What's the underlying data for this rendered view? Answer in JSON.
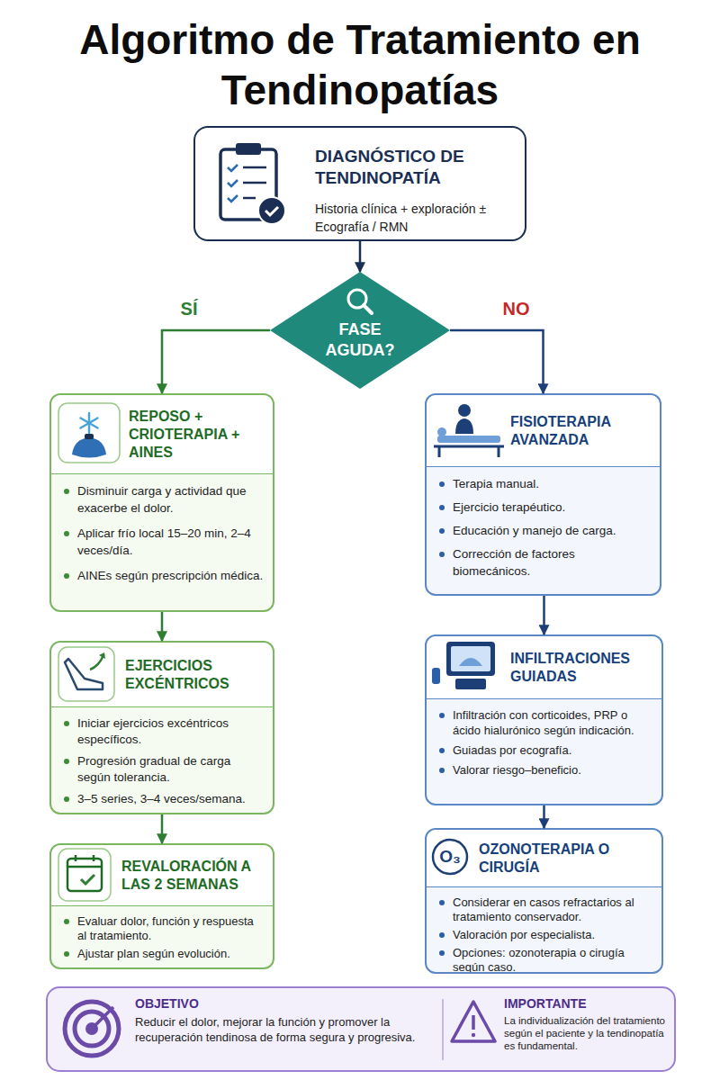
{
  "diagram": {
    "title": "Algoritmo de Tratamiento en Tendinopatías",
    "nodes": [
      {
        "text": [
          "DIAGNÓSTICO DE TENDINOPATÍA",
          "Historia clínica + exploración ± Ecografía / RMN"
        ]
      },
      {
        "text": [
          "FASE AGUDA?"
        ]
      },
      {
        "text": [
          "REPOSO + CRIOTERAPIA + AINES",
          "Disminuir carga y actividad que exacerbe el dolor.",
          "Aplicar frío local 15–20 min, 2–4 veces/día.",
          "AINEs según prescripción médica."
        ]
      },
      {
        "text": [
          "EJERCICIOS EXCÉNTRICOS",
          "Iniciar ejercicios excéntricos específicos.",
          "Progresión gradual de carga según tolerancia.",
          "3–5 series, 3–4 veces/semana."
        ]
      },
      {
        "text": [
          "REVALORACIÓN A LAS 2 SEMANAS",
          "Evaluar dolor, función y respuesta al tratamiento.",
          "Ajustar plan según evolución."
        ]
      },
      {
        "text": [
          "FISIOTERAPIA AVANZADA",
          "Terapia manual.",
          "Ejercicio terapéutico.",
          "Educación y manejo de carga.",
          "Corrección de factores biomecánicos."
        ]
      },
      {
        "text": [
          "INFILTRACIONES GUIADAS",
          "Infiltración con corticoides, PRP o ácido hialurónico según indicación.",
          "Guiadas por ecografía.",
          "Valorar riesgo–beneficio."
        ]
      },
      {
        "text": [
          "OZONOTERAPIA O CIRUGÍA",
          "Considerar en casos refractarios al tratamiento conservador.",
          "Valoración por especialista.",
          "Opciones: ozonoterapia o cirugía según caso."
        ]
      },
      {
        "text": [
          "OBJETIVO",
          "Reducir el dolor, mejorar la función y promover la recuperación tendinosa de forma segura y progresiva."
        ]
      },
      {
        "text": [
          "IMPORTANTE",
          "La individualización del tratamiento según el paciente y la tendinopatía es fundamental."
        ]
      }
    ],
    "edges": [
      {
        "from": 0,
        "to": 1,
        "arrow": "to"
      },
      {
        "from": 1,
        "to": 2,
        "label": "SÍ",
        "arrow": "to"
      },
      {
        "from": 1,
        "to": 5,
        "label": "NO",
        "arrow": "to"
      },
      {
        "from": 2,
        "to": 3,
        "arrow": "to"
      },
      {
        "from": 3,
        "to": 4,
        "arrow": "to"
      },
      {
        "from": 5,
        "to": 6,
        "arrow": "to"
      },
      {
        "from": 6,
        "to": 7,
        "arrow": "to"
      }
    ],
    "labels": [
      "O₃"
    ]
  }
}
